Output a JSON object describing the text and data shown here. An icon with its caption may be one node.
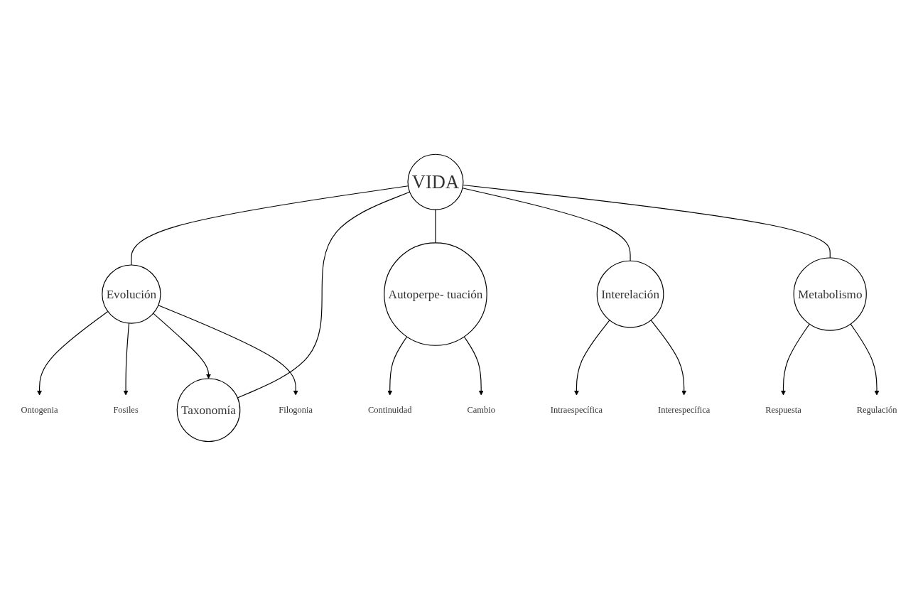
{
  "diagram": {
    "nodes": [
      {
        "text": [
          "Fosiles"
        ]
      },
      {
        "text": [
          "Taxonomía"
        ]
      },
      {
        "text": [
          "Continuidad"
        ]
      },
      {
        "text": [
          "Ontogenia"
        ]
      },
      {
        "text": [
          "Evolución"
        ]
      },
      {
        "text": [
          "Autoperpe- tuación"
        ]
      },
      {
        "text": [
          "Cambio"
        ]
      },
      {
        "text": [
          "Filogonia"
        ]
      },
      {
        "text": [
          "VIDA"
        ]
      },
      {
        "text": [
          "Interelación"
        ]
      },
      {
        "text": [
          "Metabolismo"
        ]
      },
      {
        "text": [
          "Respuesta"
        ]
      },
      {
        "text": [
          "Intraespecífica"
        ]
      },
      {
        "text": [
          "Regulación"
        ]
      },
      {
        "text": [
          "Interespecífica"
        ]
      }
    ],
    "edges": [
      {
        "from": 8,
        "to": 4,
        "arrow": "none"
      },
      {
        "from": 8,
        "to": 1,
        "arrow": "none"
      },
      {
        "from": 8,
        "to": 5,
        "arrow": "none"
      },
      {
        "from": 8,
        "to": 9,
        "arrow": "none"
      },
      {
        "from": 8,
        "to": 10,
        "arrow": "none"
      },
      {
        "from": 4,
        "to": 3,
        "arrow": "to"
      },
      {
        "from": 4,
        "to": 0,
        "arrow": "to"
      },
      {
        "from": 4,
        "to": 1,
        "arrow": "to"
      },
      {
        "from": 4,
        "to": 7,
        "arrow": "to"
      },
      {
        "from": 5,
        "to": 2,
        "arrow": "to"
      },
      {
        "from": 5,
        "to": 6,
        "arrow": "to"
      },
      {
        "from": 9,
        "to": 12,
        "arrow": "to"
      },
      {
        "from": 9,
        "to": 14,
        "arrow": "to"
      },
      {
        "from": 10,
        "to": 11,
        "arrow": "to"
      },
      {
        "from": 10,
        "to": 13,
        "arrow": "to"
      }
    ]
  }
}
